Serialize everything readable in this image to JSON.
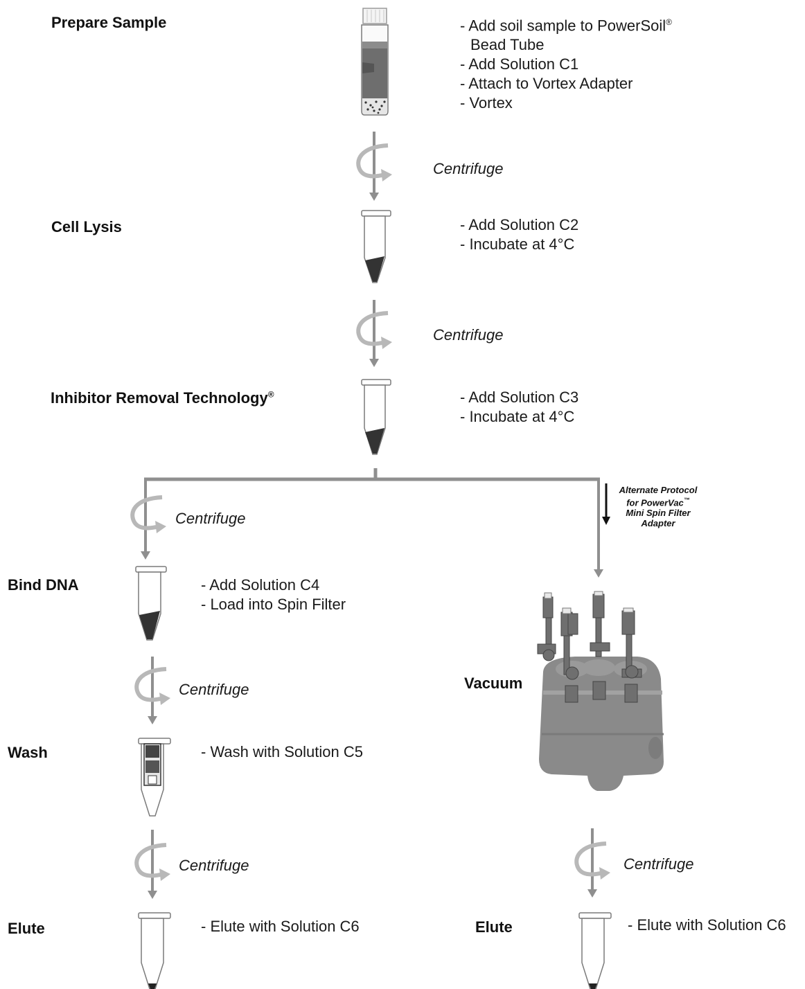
{
  "steps": {
    "prepare": {
      "title": "Prepare Sample",
      "notes": [
        "- Add soil sample to PowerSoil",
        "Bead Tube",
        "- Add Solution C1",
        "- Attach to Vortex Adapter",
        "- Vortex"
      ],
      "reg_mark": "®"
    },
    "lysis": {
      "title": "Cell Lysis",
      "notes": [
        "- Add Solution C2",
        "- Incubate at 4°C"
      ]
    },
    "irt": {
      "title": "Inhibitor Removal Technology",
      "reg_mark": "®",
      "notes": [
        "- Add Solution C3",
        "- Incubate at 4°C"
      ]
    },
    "bind": {
      "title": "Bind DNA",
      "notes": [
        "- Add Solution C4",
        "- Load into Spin Filter"
      ]
    },
    "wash": {
      "title": "Wash",
      "notes": [
        "- Wash with Solution C5"
      ]
    },
    "elute_left": {
      "title": "Elute",
      "notes": [
        "- Elute with Solution C6"
      ]
    },
    "vacuum": {
      "title": "Vacuum"
    },
    "elute_right": {
      "title": "Elute",
      "notes": [
        "- Elute with Solution C6"
      ]
    }
  },
  "centrifuge_label": "Centrifuge",
  "alternate": {
    "line1": "Alternate Protocol",
    "line2_text": "for PowerVac",
    "line2_mark": "™",
    "line3": "Mini Spin Filter",
    "line4": "Adapter"
  },
  "colors": {
    "arrow_gray": "#8f8f8f",
    "swirl_gray": "#b8b8b8",
    "tube_outline": "#7a7a7a",
    "liquid_dark": "#333333",
    "soil": "#6e6e6e",
    "manifold": "#8a8a8a"
  },
  "icons": [
    "bead-tube-icon",
    "microtube-icon",
    "spin-filter-tube-icon",
    "vacuum-manifold-icon",
    "centrifuge-arrow-icon",
    "down-arrow-icon"
  ]
}
